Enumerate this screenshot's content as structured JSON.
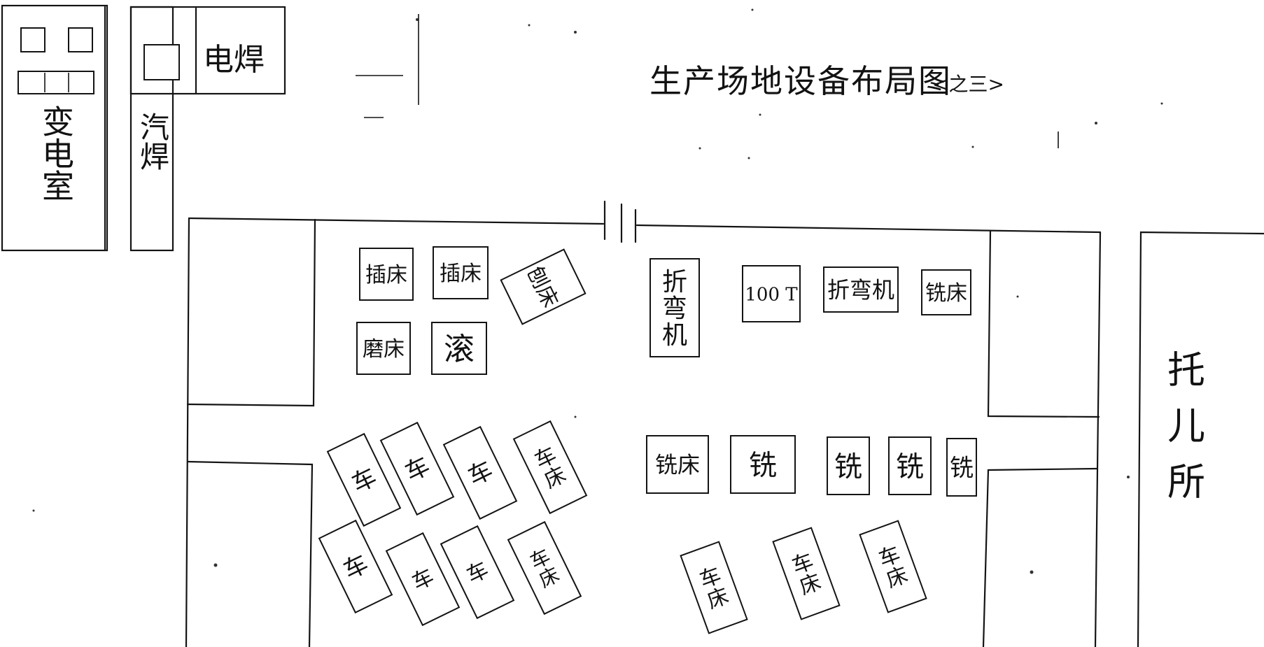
{
  "title": "生产场地设备布局图",
  "title_suffix": "<之三>",
  "rooms": {
    "transformer_room": "变电室",
    "gas_welding": "汽焊",
    "electric_welding": "电焊",
    "nursery": "托儿所"
  },
  "machines": {
    "slotter_1": "插床",
    "slotter_2": "插床",
    "planer": "刨床",
    "grinder": "磨床",
    "roller": "滚",
    "bender_v": "折弯机",
    "press_100t": "100 T",
    "bender_h": "折弯机",
    "mill_top": "铣床",
    "mill_1": "铣床",
    "mill_2": "铣",
    "mill_3": "铣",
    "mill_4": "铣",
    "mill_5": "铣",
    "lathe_a1": "车",
    "lathe_a2": "车",
    "lathe_a3": "车",
    "lathe_a4": "车床",
    "lathe_b1": "车",
    "lathe_b2": "车",
    "lathe_b3": "车",
    "lathe_b4": "车床",
    "lathe_c1": "车床",
    "lathe_c2": "车床",
    "lathe_c3": "车床"
  }
}
